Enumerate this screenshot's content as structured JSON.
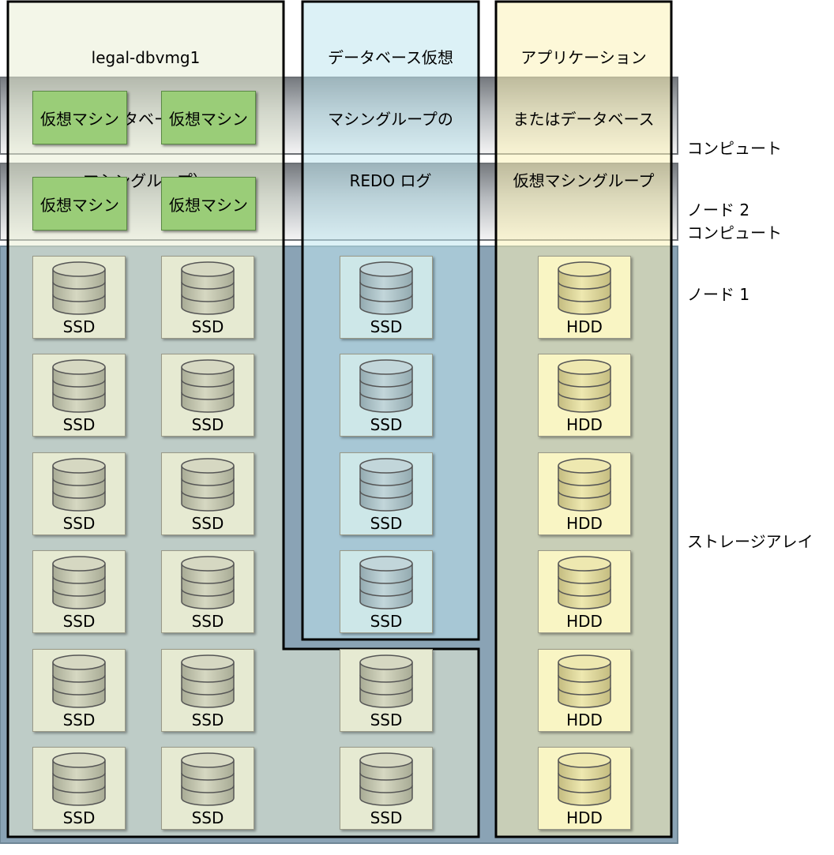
{
  "groups": {
    "legal": {
      "line1": "legal-dbvmg1",
      "line2": "（データベース仮想",
      "line3": "マシングループ）"
    },
    "redo": {
      "line1": "データベース仮想",
      "line2": "マシングループの",
      "line3": "REDO ログ"
    },
    "app": {
      "line1": "アプリケーション",
      "line2": "またはデータベース",
      "line3": "仮想マシングループ"
    }
  },
  "side_labels": {
    "node2_line1": "コンピュート",
    "node2_line2": "ノード 2",
    "node1_line1": "コンピュート",
    "node1_line2": "ノード 1",
    "storage": "ストレージアレイ"
  },
  "vm_label": "仮想マシン",
  "vms": [
    {
      "id": "n2-vm1",
      "label": "仮想マシン"
    },
    {
      "id": "n2-vm2",
      "label": "仮想マシン"
    },
    {
      "id": "n1-vm1",
      "label": "仮想マシン"
    },
    {
      "id": "n1-vm2",
      "label": "仮想マシン"
    }
  ],
  "disk_types": {
    "ssd": "SSD",
    "hdd": "HDD"
  },
  "colors": {
    "legal_fill": "#e9eed6",
    "redo_fill": "#cdeaf0",
    "app_fill": "#fbf3c0",
    "storage_fill": "#8aa3b5",
    "node_band": "#9aa0a6",
    "vm_green": "#9acd78"
  }
}
